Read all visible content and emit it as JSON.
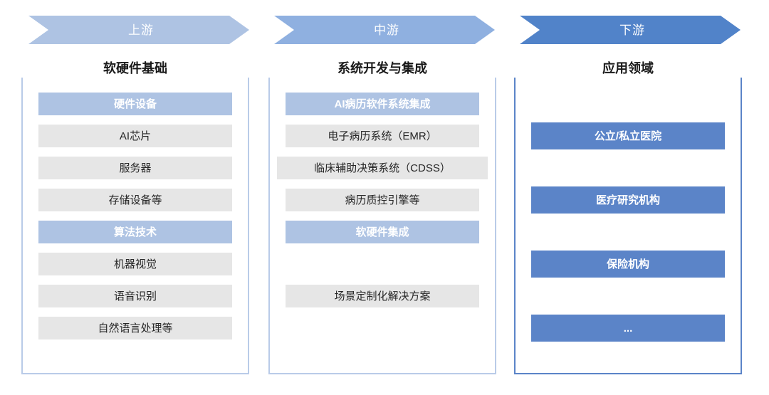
{
  "diagram": {
    "title_present": false,
    "colors": {
      "arrow_upstream": "#aec3e3",
      "arrow_midstream": "#8fb0e0",
      "arrow_downstream": "#5183c9",
      "row_grey": "#e6e6e6",
      "row_blue_light": "#aec3e3",
      "row_blue_dark": "#5b84c8",
      "bracket_light": "#b9cbe8",
      "bracket_dark": "#5b84c8",
      "text_dark": "#262626",
      "text_light": "#ffffff"
    }
  },
  "arrows": [
    {
      "label": "上游",
      "color": "#aec3e3"
    },
    {
      "label": "中游",
      "color": "#8fb0e0"
    },
    {
      "label": "下游",
      "color": "#5183c9"
    }
  ],
  "columns": [
    {
      "title": "软硬件基础",
      "bracket_style": "light",
      "rows": [
        {
          "slot": 0,
          "label": "硬件设备",
          "style": "blue-light",
          "wide": false
        },
        {
          "slot": 1,
          "label": "AI芯片",
          "style": "grey",
          "wide": false
        },
        {
          "slot": 2,
          "label": "服务器",
          "style": "grey",
          "wide": false
        },
        {
          "slot": 3,
          "label": "存储设备等",
          "style": "grey",
          "wide": false
        },
        {
          "slot": 4,
          "label": "算法技术",
          "style": "blue-light",
          "wide": false
        },
        {
          "slot": 5,
          "label": "机器视觉",
          "style": "grey",
          "wide": false
        },
        {
          "slot": 6,
          "label": "语音识别",
          "style": "grey",
          "wide": false
        },
        {
          "slot": 7,
          "label": "自然语言处理等",
          "style": "grey",
          "wide": false
        }
      ]
    },
    {
      "title": "系统开发与集成",
      "bracket_style": "light",
      "rows": [
        {
          "slot": 0,
          "label": "AI病历软件系统集成",
          "style": "blue-light",
          "wide": false
        },
        {
          "slot": 1,
          "label": "电子病历系统（EMR）",
          "style": "grey",
          "wide": false
        },
        {
          "slot": 2,
          "label": "临床辅助决策系统（CDSS）",
          "style": "grey",
          "wide": true
        },
        {
          "slot": 3,
          "label": "病历质控引擎等",
          "style": "grey",
          "wide": false
        },
        {
          "slot": 4,
          "label": "软硬件集成",
          "style": "blue-light",
          "wide": false
        },
        {
          "slot": 6,
          "label": "场景定制化解决方案",
          "style": "grey",
          "wide": false
        }
      ]
    },
    {
      "title": "应用领域",
      "bracket_style": "dark",
      "rows": [
        {
          "slot": 1,
          "label": "公立/私立医院",
          "style": "blue-dark",
          "wide": false
        },
        {
          "slot": 3,
          "label": "医疗研究机构",
          "style": "blue-dark",
          "wide": false
        },
        {
          "slot": 5,
          "label": "保险机构",
          "style": "blue-dark",
          "wide": false
        },
        {
          "slot": 7,
          "label": "...",
          "style": "blue-dark",
          "wide": false
        }
      ]
    }
  ]
}
